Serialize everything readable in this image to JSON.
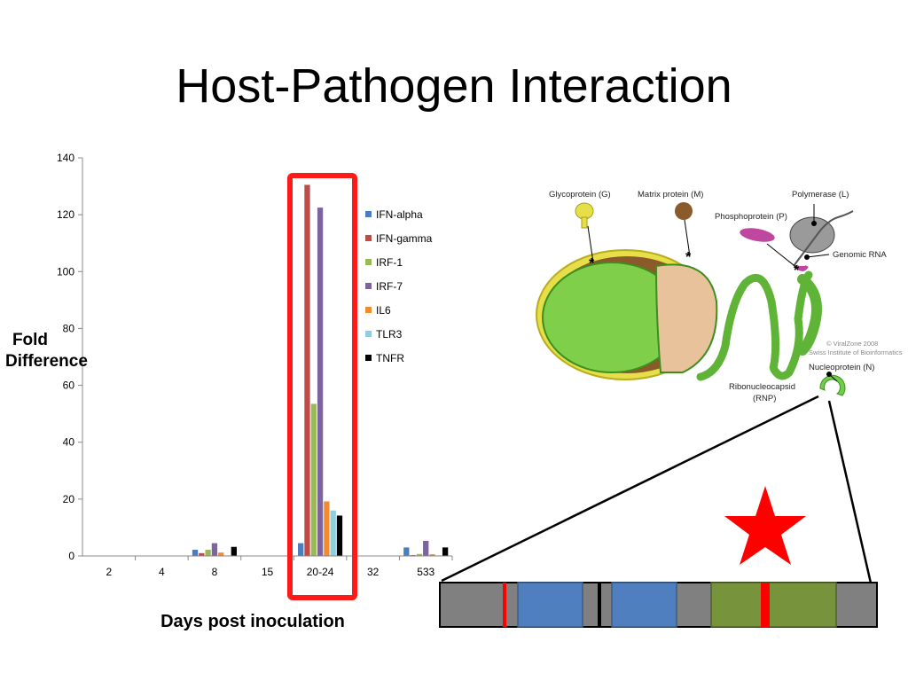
{
  "slide": {
    "title": "Host-Pathogen Interaction"
  },
  "chart_data": {
    "type": "bar",
    "ylabel": "Fold\nDifference",
    "xlabel": "Days  post inoculation",
    "categories": [
      "2",
      "4",
      "8",
      "15",
      "20-24",
      "32",
      "533"
    ],
    "ylim": [
      0,
      140
    ],
    "yticks": [
      0,
      20,
      40,
      60,
      80,
      100,
      120,
      140
    ],
    "legend_position": "right",
    "highlight_category": "20-24",
    "series": [
      {
        "name": "IFN-alpha",
        "color": "#4a7ebf",
        "values": [
          0,
          0,
          2.2,
          0,
          4.5,
          0,
          3.0
        ]
      },
      {
        "name": "IFN-gamma",
        "color": "#be4b48",
        "values": [
          0,
          0,
          1.0,
          0,
          130.5,
          0,
          0.3
        ]
      },
      {
        "name": "IRF-1",
        "color": "#98b954",
        "values": [
          0,
          0,
          2.2,
          0,
          53.5,
          0,
          0.7
        ]
      },
      {
        "name": "IRF-7",
        "color": "#7e63a1",
        "values": [
          0,
          0,
          4.5,
          0,
          122.5,
          0,
          5.3
        ]
      },
      {
        "name": "IL6",
        "color": "#f28a30",
        "values": [
          0,
          0,
          1.2,
          0,
          19.2,
          0,
          0.6
        ]
      },
      {
        "name": "TLR3",
        "color": "#8dcfe0",
        "values": [
          0,
          0,
          0.2,
          0,
          16.0,
          0,
          0.2
        ]
      },
      {
        "name": "TNFR",
        "color": "#000000",
        "values": [
          0,
          0,
          3.2,
          0,
          14.2,
          0,
          3.0
        ]
      }
    ]
  },
  "virus_diagram": {
    "labels": {
      "glycoprotein": "Glycoprotein (G)",
      "matrix": "Matrix protein (M)",
      "polymerase": "Polymerase (L)",
      "phosphoprotein": "Phosphoprotein (P)",
      "genomic_rna": "Genomic RNA",
      "credit1": "© ViralZone 2008",
      "credit2": "Swiss Institute of Bioinformatics",
      "nucleoprotein": "Nucleoprotein (N)",
      "rnp1": "Ribonucleocapsid",
      "rnp2": "(RNP)"
    },
    "colors": {
      "capsid_green": "#7fcf4a",
      "envelope_yellow": "#e6df4a",
      "matrix_brown": "#8b5a2b",
      "interior_tan": "#e8c29a"
    }
  },
  "gene_diagram": {
    "colors": {
      "bar_gray": "#808080",
      "domain_blue": "#4f7fbf",
      "domain_green": "#77933c",
      "mutation_red": "#ff0000",
      "star_red": "#ff0000"
    }
  }
}
